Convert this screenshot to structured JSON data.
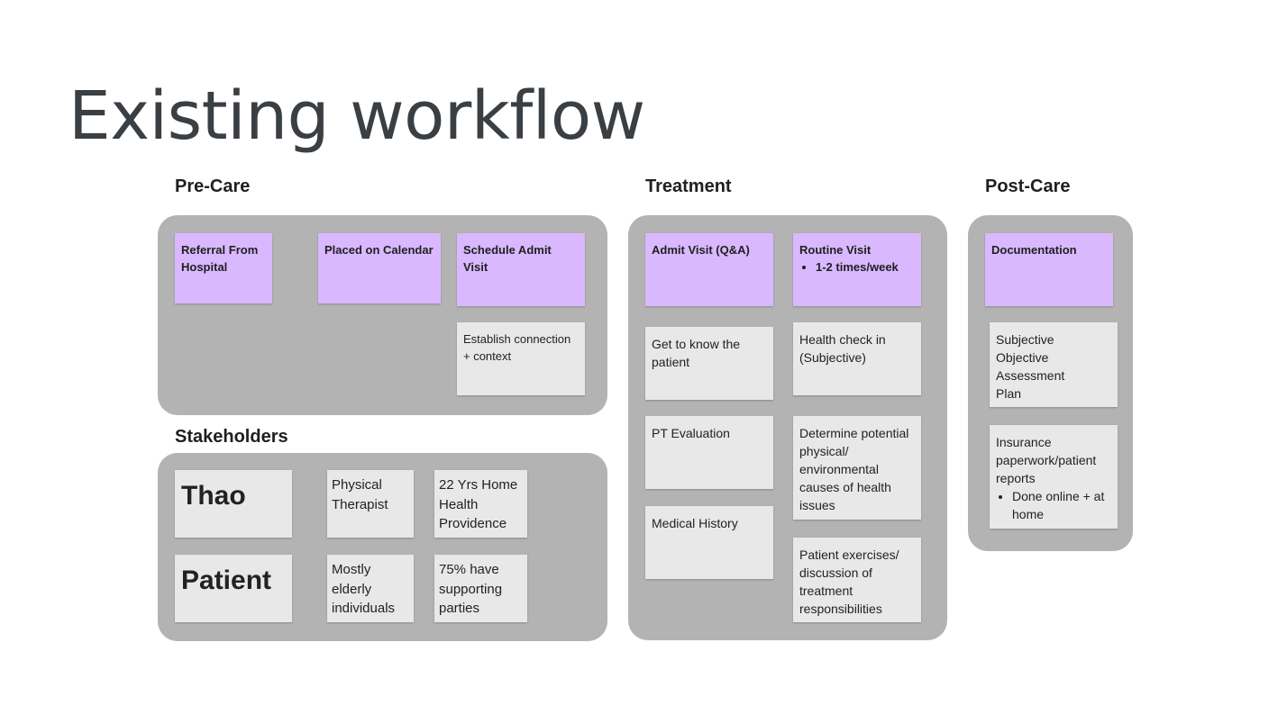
{
  "title": "Existing workflow",
  "pre_care": {
    "label": "Pre-Care",
    "referral": "Referral From Hospital",
    "placed": "Placed on Calendar",
    "schedule": "Schedule Admit Visit",
    "establish": "Establish connection + context"
  },
  "treatment": {
    "label": "Treatment",
    "admit": "Admit Visit (Q&A)",
    "routine": "Routine Visit",
    "routine_bullet": "1-2 times/week",
    "get_to_know": "Get to know the patient",
    "pt_eval": "PT Evaluation",
    "medical_history": "Medical History",
    "health_check": "Health check in (Subjective)",
    "determine": "Determine potential physical/ environmental causes of health issues",
    "exercises": "Patient exercises/ discussion of treatment responsibilities"
  },
  "post_care": {
    "label": "Post-Care",
    "documentation": "Documentation",
    "soap": [
      "Subjective",
      "Objective",
      "Assessment",
      "Plan"
    ],
    "insurance": "Insurance paperwork/patient reports",
    "insurance_bullet": "Done online + at home"
  },
  "stakeholders": {
    "label": "Stakeholders",
    "thao": "Thao",
    "thao_role": "Physical Therapist",
    "thao_years": "22 Yrs Home Health Providence",
    "patient": "Patient",
    "patient_desc": "Mostly elderly individuals",
    "patient_support": "75% have supporting parties"
  },
  "colors": {
    "panel": "#b3b3b3",
    "note_purple": "#d9b8ff",
    "note_gray": "#e8e8e8",
    "title": "#3a3f44"
  }
}
